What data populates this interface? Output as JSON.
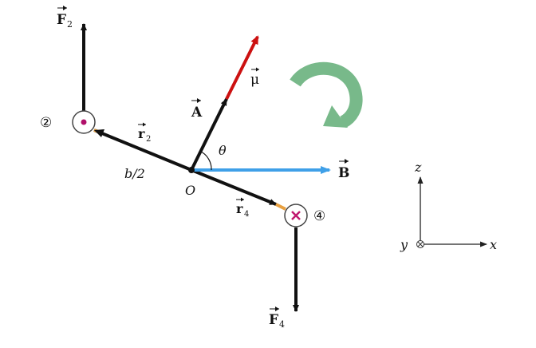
{
  "vectors": {
    "F2": {
      "symbol": "F",
      "sub": "2",
      "color": "#111111"
    },
    "F4": {
      "symbol": "F",
      "sub": "4",
      "color": "#111111"
    },
    "r2": {
      "symbol": "r",
      "sub": "2",
      "color": "#111111"
    },
    "r4": {
      "symbol": "r",
      "sub": "4",
      "color": "#111111"
    },
    "A": {
      "symbol": "A",
      "color": "#111111"
    },
    "mu": {
      "symbol": "μ",
      "color": "#cc1111"
    },
    "B": {
      "symbol": "B",
      "color": "#3fa0e8"
    }
  },
  "points": {
    "origin": "O",
    "wire2_marker": "②",
    "wire4_marker": "④"
  },
  "labels": {
    "half_length": "b/2",
    "angle": "θ"
  },
  "axes": {
    "z": "z",
    "y": "y",
    "x": "x"
  },
  "colors": {
    "current_out": "#b0106a",
    "current_in": "#c0186f",
    "rotation_arrow": "#78b98a",
    "wire_segment": "#e8a040"
  },
  "icons": {
    "rotation": "curved-arrow-clockwise-icon",
    "out_of_page": "dot-in-circle-icon",
    "into_page": "cross-in-circle-icon"
  }
}
